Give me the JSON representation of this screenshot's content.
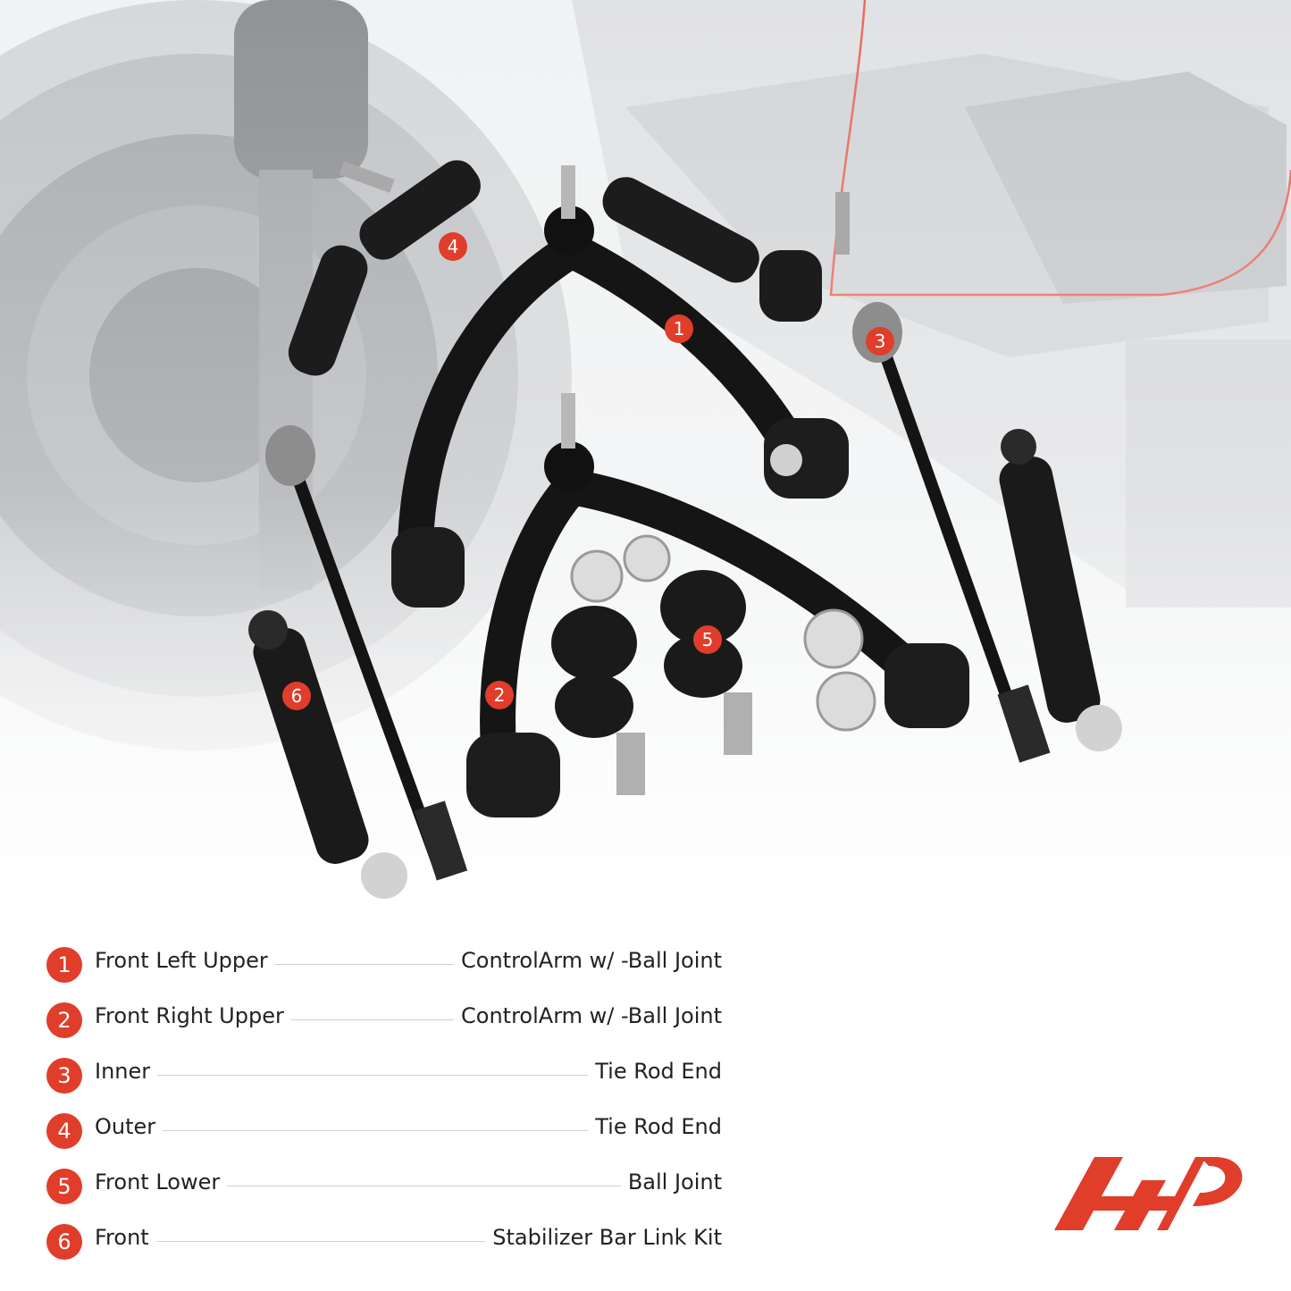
{
  "parts": [
    {
      "number": "1",
      "name": "Front Left Upper",
      "type": "ControlArm w/ -Ball Joint"
    },
    {
      "number": "2",
      "name": "Front Right Upper",
      "type": "ControlArm w/ -Ball Joint"
    },
    {
      "number": "3",
      "name": "Inner",
      "type": "Tie Rod End"
    },
    {
      "number": "4",
      "name": "Outer",
      "type": "Tie Rod End"
    },
    {
      "number": "5",
      "name": "Front Lower",
      "type": "Ball Joint"
    },
    {
      "number": "6",
      "name": "Front",
      "type": "Stabilizer Bar Link Kit"
    }
  ],
  "colors": {
    "accent": "#e03d2b",
    "part": "#151515",
    "background_photo": "#b9bcc0"
  },
  "icons": {
    "logo": "ap-logo"
  }
}
